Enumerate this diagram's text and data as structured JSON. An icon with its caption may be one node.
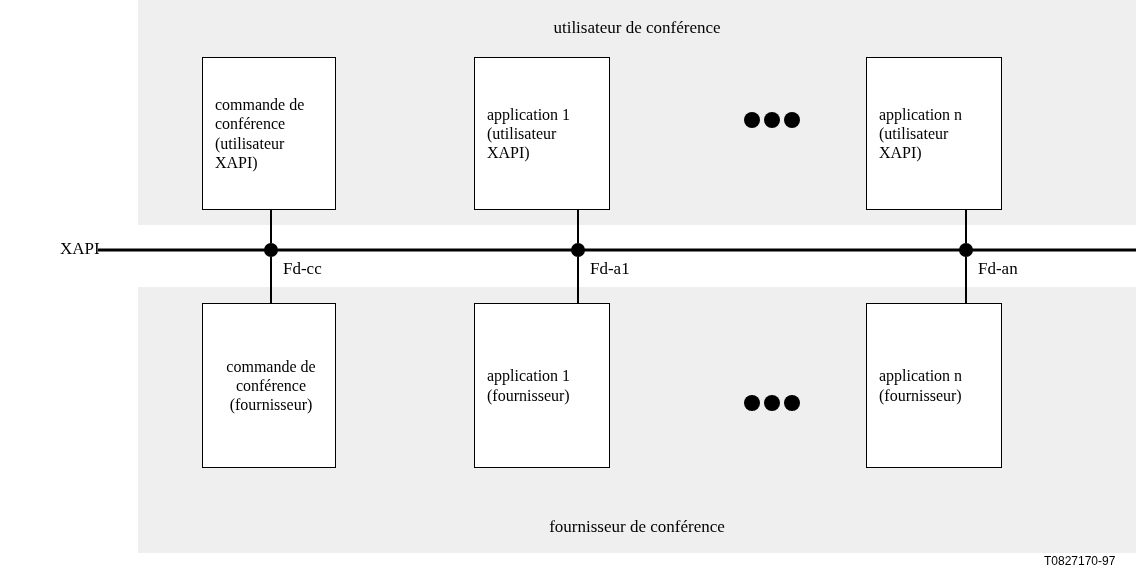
{
  "diagram": {
    "nodes": [
      {
        "text": [
          "utilisateur de conférence"
        ]
      },
      {
        "text": [
          "commande de conférence (utilisateur XAPI)"
        ],
        "in": 0
      },
      {
        "text": [
          "application 1 (utilisateur XAPI)"
        ],
        "in": 0
      },
      {
        "text": [
          "application n (utilisateur XAPI)"
        ],
        "in": 0
      },
      {
        "text": [
          "fournisseur de conférence"
        ]
      },
      {
        "text": [
          "commande de conférence (fournisseur)"
        ],
        "in": 4
      },
      {
        "text": [
          "application 1 (fournisseur)"
        ],
        "in": 4
      },
      {
        "text": [
          "application n (fournisseur)"
        ],
        "in": 4
      },
      {
        "text": [],
        "shape": "circle",
        "beside": [
          "Fd-cc"
        ]
      },
      {
        "text": [],
        "shape": "circle",
        "beside": [
          "Fd-a1"
        ]
      },
      {
        "text": [],
        "shape": "circle",
        "beside": [
          "Fd-an"
        ]
      }
    ],
    "edges": [
      {
        "from": 1,
        "to": 8,
        "arrow": "none"
      },
      {
        "from": 8,
        "to": 5,
        "arrow": "none"
      },
      {
        "from": 2,
        "to": 9,
        "arrow": "none"
      },
      {
        "from": 9,
        "to": 6,
        "arrow": "none"
      },
      {
        "from": 3,
        "to": 10,
        "arrow": "none"
      },
      {
        "from": 10,
        "to": 7,
        "arrow": "none"
      }
    ],
    "labels": [
      "XAPI",
      "T0827170-97"
    ]
  }
}
